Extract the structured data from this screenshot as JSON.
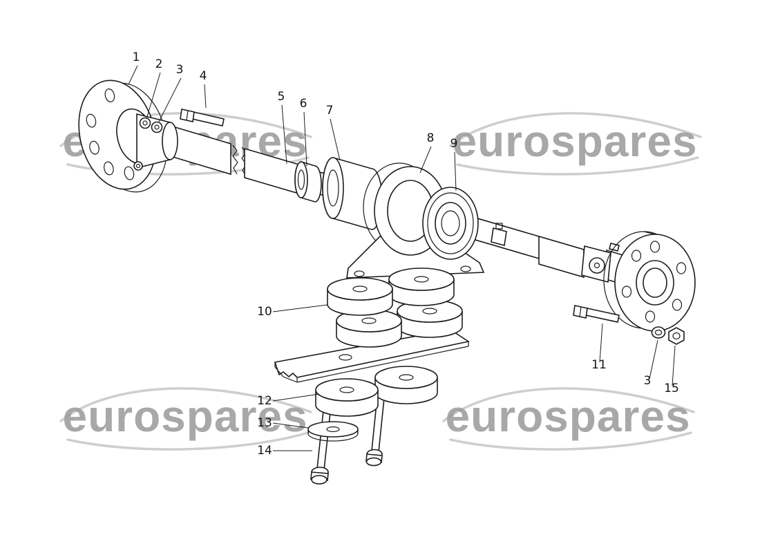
{
  "watermark": {
    "text": "eurospares",
    "color": "#9a9a9a",
    "swoosh_color": "#c9c9c9"
  },
  "diagram": {
    "callouts": [
      {
        "label": "1"
      },
      {
        "label": "2"
      },
      {
        "label": "3"
      },
      {
        "label": "4"
      },
      {
        "label": "5"
      },
      {
        "label": "6"
      },
      {
        "label": "7"
      },
      {
        "label": "8"
      },
      {
        "label": "9"
      },
      {
        "label": "10"
      },
      {
        "label": "11"
      },
      {
        "label": "3"
      },
      {
        "label": "15"
      },
      {
        "label": "12"
      },
      {
        "label": "13"
      },
      {
        "label": "14"
      }
    ]
  }
}
